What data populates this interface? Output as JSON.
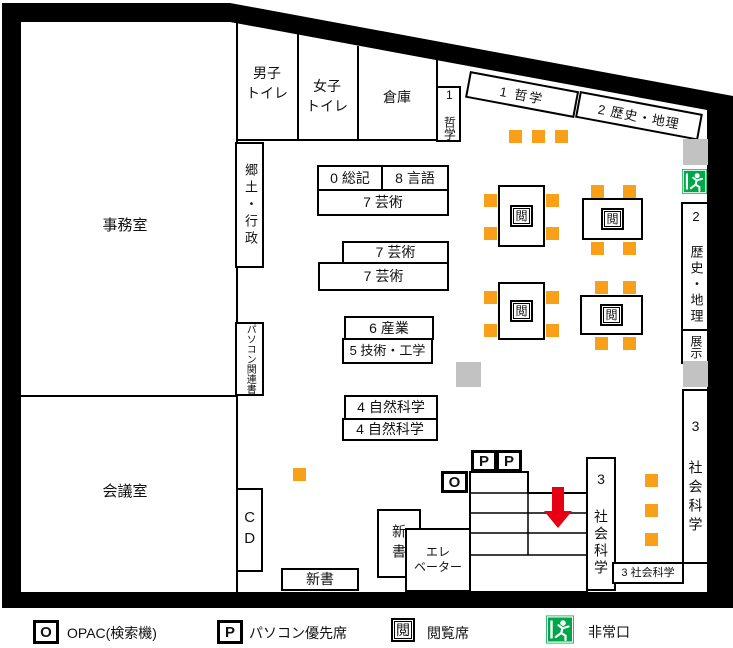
{
  "colors": {
    "chair": "#F9A01B",
    "grey": "#C2C2C2",
    "exit": "#00A74A",
    "arrow": "#E60012"
  },
  "rooms": {
    "office": "事務室",
    "meeting": "会議室",
    "mens_toilet": [
      "男子",
      "トイレ"
    ],
    "womens_toilet": [
      "女子",
      "トイレ"
    ],
    "storage": "倉庫",
    "elevator": [
      "エレ",
      "ベーター"
    ]
  },
  "shelves": {
    "philosophy_small": "1 哲学",
    "philosophy_diag": "1 哲学",
    "history_diag": "2 歴史・地理",
    "general": "0 総記",
    "language": "8 言語",
    "art_a": "7 芸術",
    "art_b": "7 芸術",
    "art_c": "7 芸術",
    "industry": "6 産業",
    "engineering": "5 技術・工学",
    "science_a": "4 自然科学",
    "science_b": "4 自然科学",
    "local_admin": "郷土・行政",
    "pc_books": "パソコン関連書",
    "cd": "CD",
    "new_books_v": "新書",
    "new_books_h": "新書",
    "history_wall": "2 歴史・地理",
    "exhibit": "展示",
    "social_wall": "3 社会科学",
    "social_center": "3 社会科学",
    "social_small": "3 社会科学"
  },
  "legend": {
    "opac_symbol": "O",
    "opac_label": "OPAC(検索機)",
    "pc_symbol": "P",
    "pc_label": "パソコン優先席",
    "reading_symbol": "閲",
    "reading_label": "閲覧席",
    "exit_label": "非常口"
  }
}
